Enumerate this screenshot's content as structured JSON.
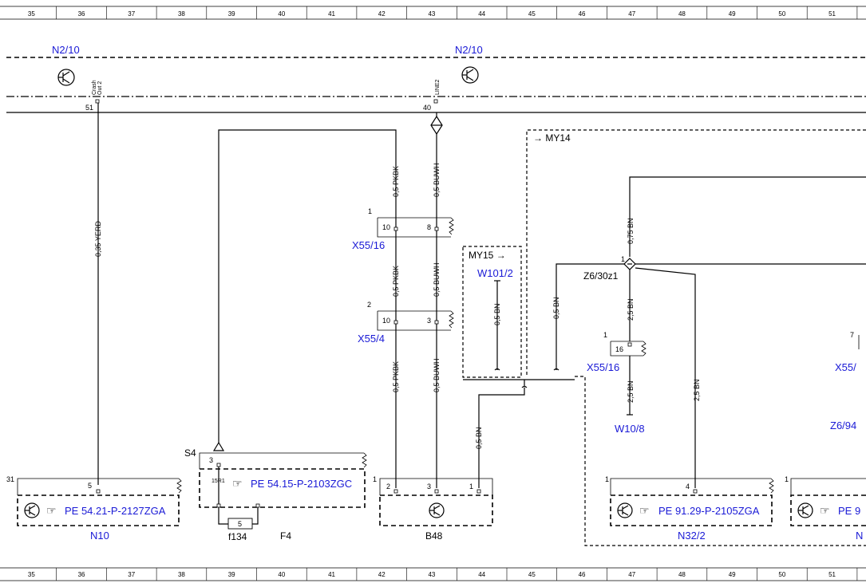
{
  "grid_columns": [
    "35",
    "36",
    "37",
    "38",
    "39",
    "40",
    "41",
    "42",
    "43",
    "44",
    "45",
    "46",
    "47",
    "48",
    "49",
    "50",
    "51"
  ],
  "ecus": {
    "top_left": "N2/10",
    "top_mid": "N2/10"
  },
  "pins": {
    "crash_label": "Crash\nOut 2",
    "crash_line1": "Crash",
    "crash_line2": "Out 2",
    "crash_pin": "51",
    "line2_label": "LINE2",
    "line2_pin": "40"
  },
  "wires": {
    "yerd": "0,35 YERD",
    "pkbk_top": "0,5 PKBK",
    "buwh_top": "0,5 BUWH",
    "pkbk_mid": "0,5 PKBK",
    "buwh_mid": "0,5 BUWH",
    "pkbk_bot": "0,5 PKBK",
    "buwh_bot": "0,5 BUWH",
    "bn_w101": "0,5 BN",
    "bn_my14": "0,5 BN",
    "bn_b48": "0,5 BN",
    "bn_075": "0,75 BN",
    "bn_25_a": "2,5 BN",
    "bn_25_b": "2,5 BN",
    "bn_25_c": "2,5 BN"
  },
  "connectors": {
    "x55_16_label": "X55/16",
    "x55_16_num": "1",
    "x55_16_pin_a": "10",
    "x55_16_pin_b": "8",
    "x55_4_label": "X55/4",
    "x55_4_num": "2",
    "x55_4_pin_a": "10",
    "x55_4_pin_b": "3",
    "x55_16b_label": "X55/16",
    "x55_16b_num": "1",
    "x55_16b_pin": "16",
    "x55_right_label": "X55/",
    "x55_right_num": "7"
  },
  "groups": {
    "my14": "MY14",
    "my15": "MY15",
    "w101": "W101/2",
    "splice": "Z6/30z1",
    "splice_pin": "1",
    "w10": "W10/8",
    "z694": "Z6/94"
  },
  "components": {
    "n10_ref": "PE 54.21-P-2127ZGA",
    "n10_label": "N10",
    "n10_pin": "5",
    "n10_left_num": "31",
    "s4_label": "S4",
    "s4_pin": "3",
    "s4_sub": "15R1",
    "s4_ref": "PE 54.15-P-2103ZGC",
    "f134": "f134",
    "f134_pin": "5",
    "f4": "F4",
    "b48_label": "B48",
    "b48_num": "1",
    "b48_pin2": "2",
    "b48_pin3": "3",
    "b48_pin1": "1",
    "n32_ref": "PE 91.29-P-2105ZGA",
    "n32_label": "N32/2",
    "n32_num": "1",
    "n32_pin": "4",
    "right_ref": "PE 9",
    "right_num": "1",
    "right_label": "N"
  }
}
